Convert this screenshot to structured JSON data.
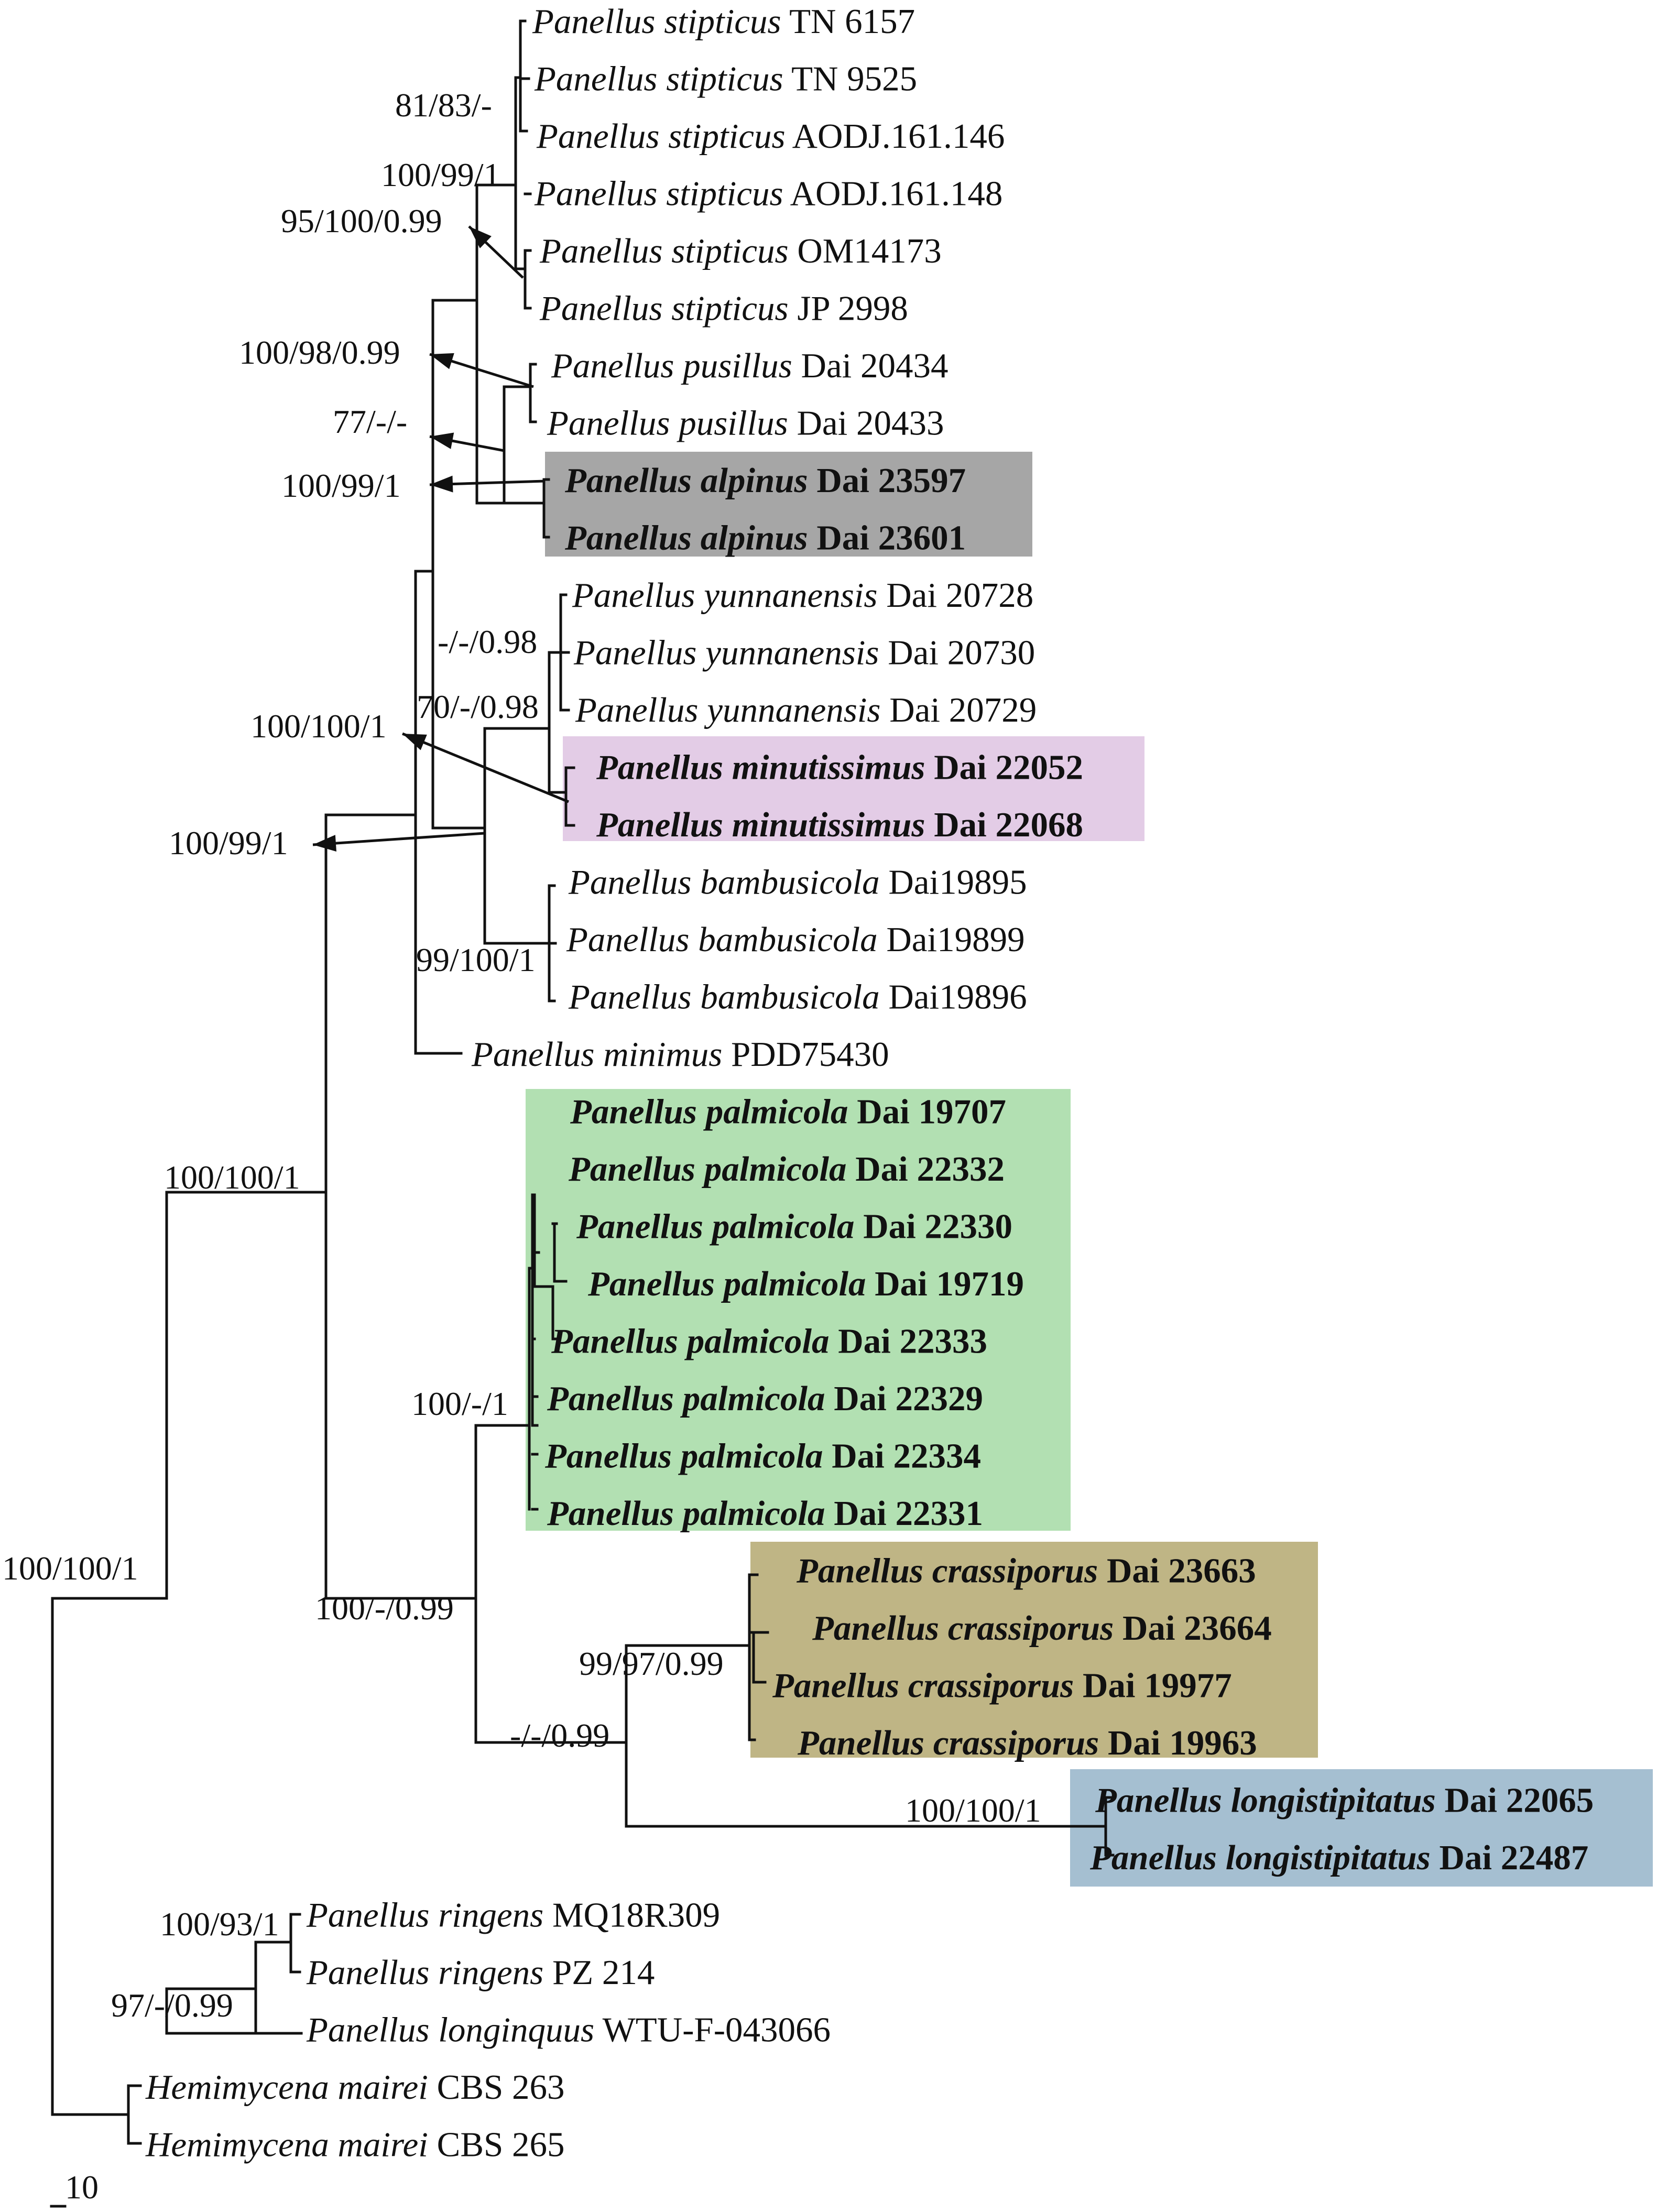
{
  "colors": {
    "alpinus_box": "#a6a6a6",
    "minutissimus_box": "#e3cce6",
    "palmicola_box": "#b2e0b2",
    "crassiporus_box": "#bfb585",
    "longistipitatus_box": "#a5bfd1",
    "line": "#111111"
  },
  "taxa": [
    {
      "genus": "Panellus",
      "species": "stipticus",
      "voucher": "TN 6157",
      "bold": false
    },
    {
      "genus": "Panellus",
      "species": "stipticus",
      "voucher": "TN 9525",
      "bold": false
    },
    {
      "genus": "Panellus",
      "species": "stipticus",
      "voucher": "AODJ.161.146",
      "bold": false
    },
    {
      "genus": "Panellus",
      "species": "stipticus",
      "voucher": "AODJ.161.148",
      "bold": false
    },
    {
      "genus": "Panellus",
      "species": "stipticus",
      "voucher": "OM14173",
      "bold": false
    },
    {
      "genus": "Panellus",
      "species": "stipticus",
      "voucher": "JP 2998",
      "bold": false
    },
    {
      "genus": "Panellus",
      "species": "pusillus",
      "voucher": "Dai 20434",
      "bold": false
    },
    {
      "genus": "Panellus",
      "species": "pusillus",
      "voucher": "Dai 20433",
      "bold": false
    },
    {
      "genus": "Panellus",
      "species": "alpinus",
      "voucher": "Dai 23597",
      "bold": true
    },
    {
      "genus": "Panellus",
      "species": "alpinus",
      "voucher": "Dai 23601",
      "bold": true
    },
    {
      "genus": "Panellus",
      "species": "yunnanensis",
      "voucher": "Dai 20728",
      "bold": false
    },
    {
      "genus": "Panellus",
      "species": "yunnanensis",
      "voucher": "Dai 20730",
      "bold": false
    },
    {
      "genus": "Panellus",
      "species": "yunnanensis",
      "voucher": "Dai 20729",
      "bold": false
    },
    {
      "genus": "Panellus",
      "species": "minutissimus",
      "voucher": "Dai 22052",
      "bold": true
    },
    {
      "genus": "Panellus",
      "species": "minutissimus",
      "voucher": "Dai 22068",
      "bold": true
    },
    {
      "genus": "Panellus",
      "species": "bambusicola",
      "voucher": "Dai19895",
      "bold": false
    },
    {
      "genus": "Panellus",
      "species": "bambusicola",
      "voucher": "Dai19899",
      "bold": false
    },
    {
      "genus": "Panellus",
      "species": "bambusicola",
      "voucher": "Dai19896",
      "bold": false
    },
    {
      "genus": "Panellus",
      "species": "minimus",
      "voucher": "PDD75430",
      "bold": false
    },
    {
      "genus": "Panellus",
      "species": "palmicola",
      "voucher": "Dai 19707",
      "bold": true
    },
    {
      "genus": "Panellus",
      "species": "palmicola",
      "voucher": "Dai 22332",
      "bold": true
    },
    {
      "genus": "Panellus",
      "species": "palmicola",
      "voucher": "Dai 22330",
      "bold": true
    },
    {
      "genus": "Panellus",
      "species": "palmicola",
      "voucher": "Dai 19719",
      "bold": true
    },
    {
      "genus": "Panellus",
      "species": "palmicola",
      "voucher": "Dai 22333",
      "bold": true
    },
    {
      "genus": "Panellus",
      "species": "palmicola",
      "voucher": "Dai 22329",
      "bold": true
    },
    {
      "genus": "Panellus",
      "species": "palmicola",
      "voucher": "Dai 22334",
      "bold": true
    },
    {
      "genus": "Panellus",
      "species": "palmicola",
      "voucher": "Dai 22331",
      "bold": true
    },
    {
      "genus": "Panellus",
      "species": "crassiporus",
      "voucher": "Dai 23663",
      "bold": true
    },
    {
      "genus": "Panellus",
      "species": "crassiporus",
      "voucher": "Dai 23664",
      "bold": true
    },
    {
      "genus": "Panellus",
      "species": "crassiporus",
      "voucher": "Dai 19977",
      "bold": true
    },
    {
      "genus": "Panellus",
      "species": "crassiporus",
      "voucher": "Dai 19963",
      "bold": true
    },
    {
      "genus": "Panellus",
      "species": "longistipitatus",
      "voucher": "Dai 22065",
      "bold": true
    },
    {
      "genus": "Panellus",
      "species": "longistipitatus",
      "voucher": "Dai 22487",
      "bold": true
    },
    {
      "genus": "Panellus",
      "species": "ringens",
      "voucher": "MQ18R309",
      "bold": false
    },
    {
      "genus": "Panellus",
      "species": "ringens",
      "voucher": "PZ 214",
      "bold": false
    },
    {
      "genus": "Panellus",
      "species": "longinquus",
      "voucher": "WTU-F-043066",
      "bold": false
    },
    {
      "genus": "Hemimycena",
      "species": "mairei",
      "voucher": "CBS 263",
      "bold": false
    },
    {
      "genus": "Hemimycena",
      "species": "mairei",
      "voucher": "CBS 265",
      "bold": false
    }
  ],
  "support": {
    "stipticus_81": "81/83/-",
    "stipticus_100": "100/99/1",
    "stipticus_95": "95/100/0.99",
    "pusillus": "100/98/0.99",
    "n77": "77/-/-",
    "alpinus": "100/99/1",
    "yunnanensis": "-/-/0.98",
    "yun_min": "70/-/0.98",
    "minutissimus": "100/100/1",
    "core": "100/99/1",
    "bambusicola": "99/100/1",
    "big": "100/100/1",
    "palmicola": "100/-/1",
    "clade2": "100/-/0.99",
    "crassiporus": "99/97/0.99",
    "cra_lon": "-/-/0.99",
    "longistipitatus": "100/100/1",
    "root": "100/100/1",
    "ringens": "100/93/1",
    "rin_lon": "97/-/0.99"
  },
  "scale_bar": "10"
}
